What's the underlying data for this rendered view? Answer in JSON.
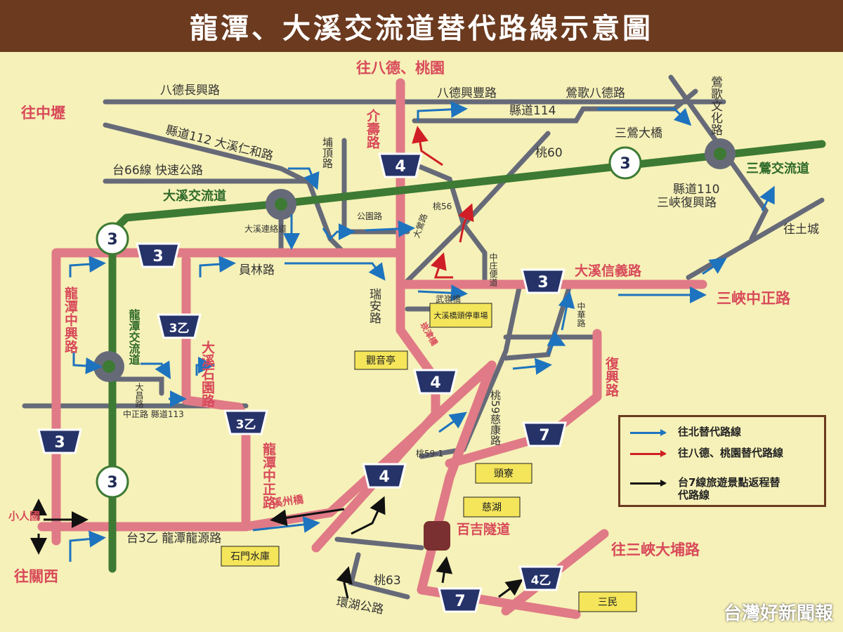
{
  "title": "龍潭、大溪交流道替代路線示意圖",
  "labels": {
    "to_bade": "往八德、桃園",
    "to_zhongli": "往中壢",
    "to_guanxi": "往關西",
    "to_sanxia_zhongzheng": "三峽中正路",
    "to_sanxia_dapu": "往三峽大埔路",
    "to_tucheng": "往土城",
    "xiaoren": "小人國",
    "bade_changxing": "八德長興路",
    "bade_xingfeng": "八德興豐路",
    "yingge_bade": "鶯歌八德路",
    "county114": "縣道114",
    "county112": "縣道112 大溪仁和路",
    "tai66": "台66線 快速公路",
    "daxi_ic": "大溪交流道",
    "sanying_ic": "三鶯交流道",
    "sanying_bridge": "三鶯大橋",
    "yingge_wenhua": "鶯歌文化路",
    "county110": "縣道110",
    "sanxia_fuxing": "三峽復興路",
    "tao60": "桃60",
    "tao56": "桃56",
    "jieshou": "介壽路",
    "buding": "埔頂路",
    "gongyuan": "公園路",
    "daxi_link": "大溪連絡道",
    "yuanlin": "員林路",
    "ruian": "瑞安路",
    "daxi_xinyi": "大溪信義路",
    "wuling_bridge": "武嶺橋",
    "daying": "大鶯路",
    "zhongzhuang": "中庄便道",
    "zhonghua": "中華路",
    "fuxing": "復興路",
    "tao59": "桃59慈康路",
    "tao59_1": "桃59-1",
    "longtan_zhongxing": "龍潭中興路",
    "longtan_ic": "龍潭交流道",
    "dachang": "大昌路",
    "zhongzheng_county113": "中正路 縣道113",
    "daxi_shiyuan": "大溪石園路",
    "longtan_zhongzheng": "龍潭中正路",
    "xizhou_bridge": "溪州橋",
    "tai3b_longyuan": "台3乙 龍潭龍源路",
    "baiji_tunnel": "百吉隧道",
    "tao63": "桃63",
    "huanhu": "環湖公路",
    "kangzhuang": "崁津橋"
  },
  "places": {
    "guanyin": "觀音亭",
    "parking": "大溪橋頭停車場",
    "toushai": "頭寮",
    "cihu": "慈湖",
    "shimen": "石門水庫",
    "sanmin": "三民"
  },
  "shields": {
    "r3": "3",
    "r3b": "3乙",
    "r4": "4",
    "r4b": "4乙",
    "r7": "7"
  },
  "legend": {
    "blue": "往北替代路線",
    "red": "往八德、桃園替代路線",
    "black": "台7線旅遊景點返程替代路線"
  },
  "colors": {
    "pink_road": "#e07a86",
    "grey_road": "#666a78",
    "green_road": "#3d7a34",
    "blue_arrow": "#1e73be",
    "red_arrow": "#d01e26",
    "title_bg": "#6b3a1f",
    "bg": "#f6f1b8"
  },
  "watermark": "台灣好新聞報"
}
